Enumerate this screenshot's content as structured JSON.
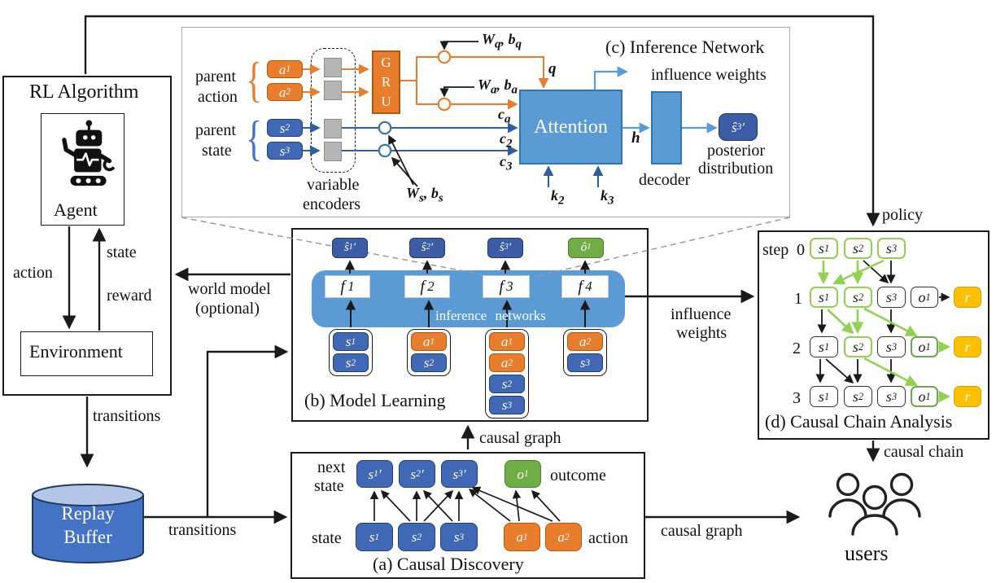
{
  "colors": {
    "state_blue": "#4068B4",
    "output_navy": "#3C5CA6",
    "action_orange": "#E87D2E",
    "outcome_green": "#70AD47",
    "light_blue": "#5B9BD5",
    "chain_green": "#92D050",
    "reward_gold": "#FFC000",
    "wire_state_blue": "#2E5FA3"
  },
  "icons": {
    "brace": "{"
  },
  "rl": {
    "title": "RL Algorithm",
    "agent": "Agent",
    "environment": "Environment",
    "action": "action",
    "state": "state",
    "reward": "reward"
  },
  "replay_buffer": {
    "line1": "Replay",
    "line2": "Buffer"
  },
  "flow": {
    "transitions_env": "transitions",
    "transitions_buffer": "transitions",
    "world_model": "world model",
    "world_model_note": "(optional)",
    "policy": "policy",
    "influence_line1": "influence",
    "influence_line2": "weights",
    "causal_graph_up": "causal graph",
    "causal_graph_right": "causal graph",
    "causal_chain": "causal chain"
  },
  "users": {
    "label": "users"
  },
  "panel_a": {
    "title": "(a) Causal Discovery",
    "next_line1": "next",
    "next_line2": "state",
    "state": "state",
    "outcome": "outcome",
    "action": "action",
    "next_nodes": [
      "s<sub>1</sub>′",
      "s<sub>2</sub>′",
      "s<sub>3</sub>′",
      "o<sub>1</sub>"
    ],
    "state_nodes": [
      "s<sub>1</sub>",
      "s<sub>2</sub>",
      "s<sub>3</sub>"
    ],
    "action_nodes": [
      "a<sub>1</sub>",
      "a<sub>2</sub>"
    ]
  },
  "panel_b": {
    "title": "(b) Model Learning",
    "band": "inference  networks",
    "outputs": [
      "ŝ<sub>1</sub>′",
      "ŝ<sub>2</sub>′",
      "ŝ<sub>3</sub>′",
      "ô<sub>1</sub>"
    ],
    "functions": [
      "f<sup> 1</sup>",
      "f<sup> 2</sup>",
      "f<sup> 3</sup>",
      "f<sup> 4</sup>"
    ],
    "group1": [
      "s<sub>1</sub>",
      "s<sub>2</sub>"
    ],
    "group2": [
      "a<sub>1</sub>",
      "s<sub>2</sub>"
    ],
    "group3": [
      "a<sub>1</sub>",
      "a<sub>2</sub>",
      "s<sub>2</sub>",
      "s<sub>3</sub>"
    ],
    "group4": [
      "a<sub>2</sub>",
      "s<sub>3</sub>"
    ]
  },
  "panel_c": {
    "title": "(c) Inference Network",
    "parent_action_1": "parent",
    "parent_action_2": "action",
    "parent_state_1": "parent",
    "parent_state_2": "state",
    "variable_1": "variable",
    "variable_2": "encoders",
    "gru": "G<br>R<br>U",
    "wq": "W<sub>q</sub>, b<sub>q</sub>",
    "wa": "W<sub>a</sub>, b<sub>a</sub>",
    "ws": "W<sub>s</sub>, b<sub>s</sub>",
    "q": "q",
    "ca": "c<sub>a</sub>",
    "c2": "c<sub>2</sub>",
    "c3": "c<sub>3</sub>",
    "k2": "k<sub>2</sub>",
    "k3": "k<sub>3</sub>",
    "h": "h",
    "attention": "Attention",
    "decoder": "decoder",
    "influence_weights": "influence weights",
    "posterior_1": "posterior",
    "posterior_2": "distribution",
    "inputs_action": [
      "a<sub>1</sub>",
      "a<sub>2</sub>"
    ],
    "inputs_state": [
      "s<sub>2</sub>",
      "s<sub>3</sub>"
    ],
    "output": "ŝ<sub>3</sub>′"
  },
  "panel_d": {
    "title": "(d) Causal Chain Analysis",
    "step": "step",
    "step0": "0",
    "step1": "1",
    "step2": "2",
    "step3": "3",
    "r": "r",
    "row0": [
      "s<sub>1</sub>",
      "s<sub>2</sub>",
      "s<sub>3</sub>"
    ],
    "row1": [
      "s<sub>1</sub>",
      "s<sub>2</sub>",
      "s<sub>3</sub>",
      "o<sub>1</sub>"
    ],
    "row2": [
      "s<sub>1</sub>",
      "s<sub>2</sub>",
      "s<sub>3</sub>",
      "o<sub>1</sub>"
    ],
    "row3": [
      "s<sub>1</sub>",
      "s<sub>2</sub>",
      "s<sub>3</sub>",
      "o<sub>1</sub>"
    ]
  }
}
